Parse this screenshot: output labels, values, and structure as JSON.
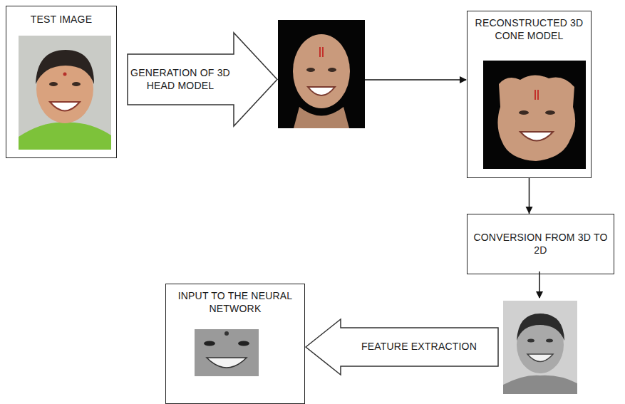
{
  "diagram": {
    "nodes": [
      {
        "text": [
          "TEST IMAGE"
        ]
      },
      {
        "text": [
          "GENERATION OF 3D HEAD MODEL"
        ]
      },
      {
        "text": [
          "RECONSTRUCTED 3D CONE MODEL"
        ]
      },
      {
        "text": [
          "CONVERSION FROM 3D TO 2D"
        ]
      },
      {
        "text": [
          "FEATURE EXTRACTION"
        ]
      },
      {
        "text": [
          "INPUT TO THE NEURAL NETWORK"
        ]
      }
    ],
    "edges": [
      {
        "from": 2,
        "to": 3,
        "arrow": "to"
      }
    ]
  }
}
